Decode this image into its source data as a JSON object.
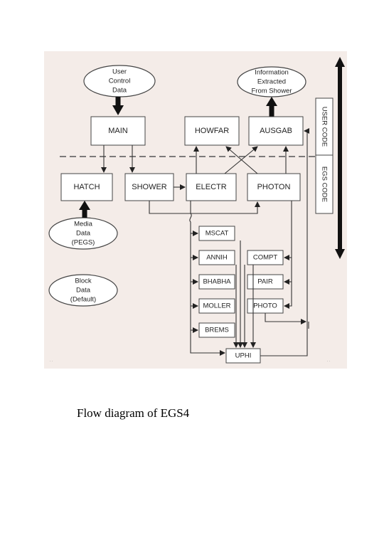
{
  "nodes": {
    "user_control": [
      "User",
      "Control",
      "Data"
    ],
    "info_extracted": [
      "Information",
      "Extracted",
      "From Shower"
    ],
    "main": "MAIN",
    "howfar": "HOWFAR",
    "ausgab": "AUSGAB",
    "hatch": "HATCH",
    "shower": "SHOWER",
    "electr": "ELECTR",
    "photon": "PHOTON",
    "media_data": [
      "Media",
      "Data",
      "(PEGS)"
    ],
    "block_data": [
      "Block",
      "Data",
      "(Default)"
    ],
    "mscat": "MSCAT",
    "annih": "ANNIH",
    "bhabha": "BHABHA",
    "moller": "MOLLER",
    "brems": "BREMS",
    "compt": "COMPT",
    "pair": "PAIR",
    "photo": "PHOTO",
    "uphi": "UPHI"
  },
  "sidebar": {
    "user_code": "USER CODE",
    "egs_code": "EGS CODE"
  },
  "caption": "Flow diagram of EGS4"
}
